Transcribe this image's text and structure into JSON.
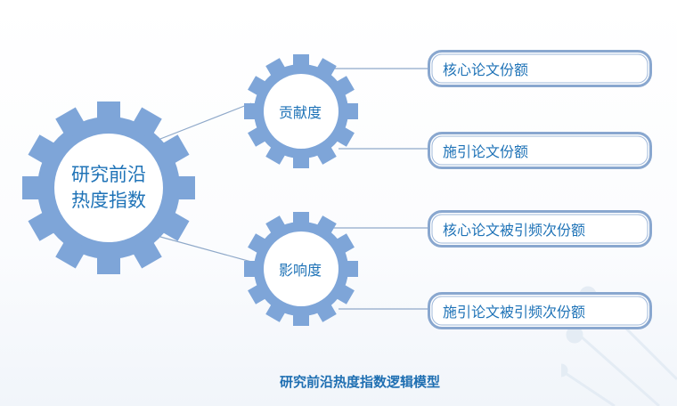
{
  "diagram": {
    "root": {
      "line1": "研究前沿",
      "line2": "热度指数"
    },
    "branches": [
      {
        "label": "贡献度",
        "children": [
          "核心论文份额",
          "施引论文份额"
        ]
      },
      {
        "label": "影响度",
        "children": [
          "核心论文被引频次份额",
          "施引论文被引频次份额"
        ]
      }
    ],
    "caption": "研究前沿热度指数逻辑模型"
  },
  "colors": {
    "gear": "#7ea5d8",
    "text": "#1f73b7",
    "box_border": "#89a7cf",
    "line": "#8fa9c9"
  }
}
